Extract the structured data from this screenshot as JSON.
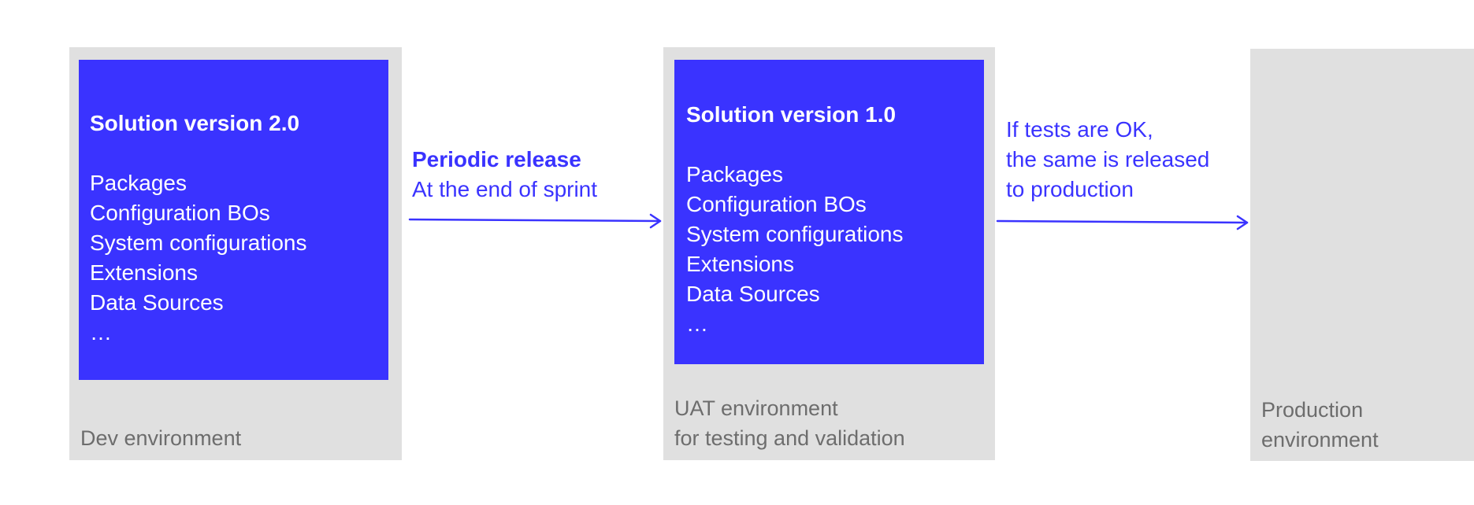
{
  "environments": {
    "dev": {
      "label": "Dev environment"
    },
    "uat": {
      "label": "UAT environment\nfor testing and validation"
    },
    "prod": {
      "label": "Production\nenvironment"
    }
  },
  "solutions": {
    "dev": {
      "title": "Solution version 2.0",
      "items": [
        "Packages",
        "Configuration BOs",
        "System configurations",
        "Extensions",
        "Data Sources",
        "…"
      ]
    },
    "uat": {
      "title": "Solution version 1.0",
      "items": [
        "Packages",
        "Configuration BOs",
        "System configurations",
        "Extensions",
        "Data Sources",
        "…"
      ]
    }
  },
  "arrows": {
    "release": {
      "title": "Periodic release",
      "subtitle": "At the end of sprint"
    },
    "production": {
      "lines": [
        "If tests are OK,",
        "the same is released",
        "to production"
      ]
    }
  },
  "colors": {
    "accent": "#3a33ff",
    "env_bg": "#e0e0e0",
    "env_label": "#6d6d6d"
  }
}
